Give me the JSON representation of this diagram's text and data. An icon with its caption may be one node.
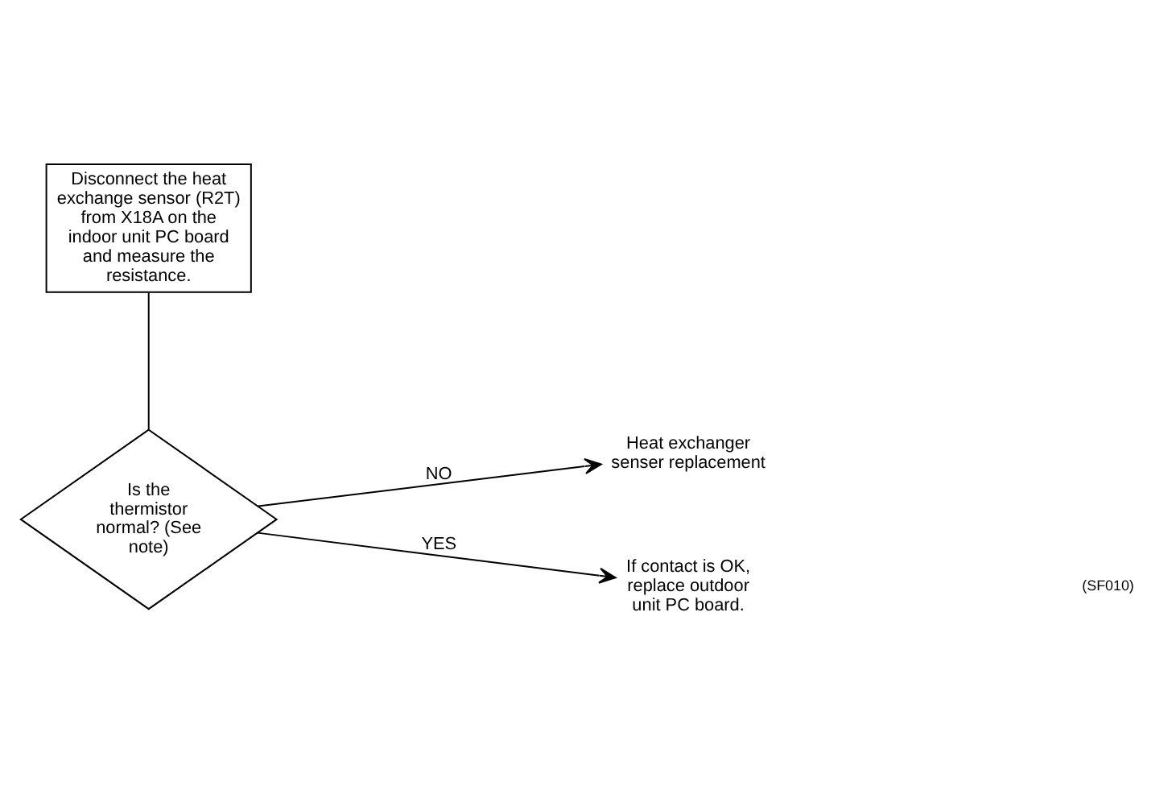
{
  "diagram": {
    "nodes": [
      {
        "text": [
          "Disconnect the heat exchange sensor (R2T) from X18A on the indoor unit PC board and measure the resistance."
        ]
      },
      {
        "text": [
          "Is the thermistor normal? (See note)"
        ]
      },
      {
        "text": [
          "Heat exchanger senser replacement"
        ]
      },
      {
        "text": [
          "If contact is OK, replace outdoor unit PC board."
        ]
      }
    ],
    "edges": [
      {
        "from": 0,
        "to": 1,
        "arrow": "none"
      },
      {
        "from": 1,
        "to": 2,
        "arrow": "to",
        "label": "NO"
      },
      {
        "from": 1,
        "to": 3,
        "arrow": "to",
        "label": "YES"
      }
    ],
    "labels": [
      "(SF010)"
    ]
  }
}
